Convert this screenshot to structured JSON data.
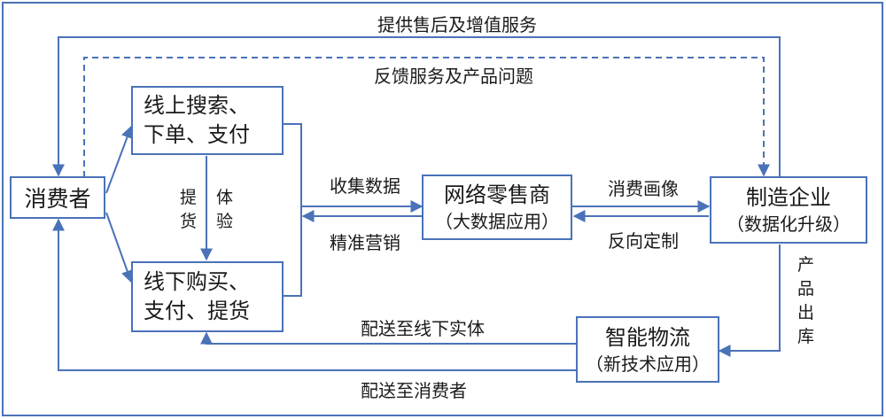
{
  "nodes": {
    "consumer": "消费者",
    "online_line1": "线上搜索、",
    "online_line2": "下单、支付",
    "offline_line1": "线下购买、",
    "offline_line2": "支付、提货",
    "retailer_title": "网络零售商",
    "retailer_sub": "（大数据应用）",
    "manufacturer_title": "制造企业",
    "manufacturer_sub": "（数据化升级）",
    "logistics_title": "智能物流",
    "logistics_sub": "（新技术应用）"
  },
  "edges": {
    "after_sales": "提供售后及增值服务",
    "feedback": "反馈服务及产品问题",
    "collect_data": "收集数据",
    "precision_marketing": "精准营销",
    "consumer_profile": "消费画像",
    "reverse_customization": "反向定制",
    "delivery_offline": "配送至线下实体",
    "delivery_consumer": "配送至消费者",
    "pickup_col1": [
      "提",
      "货"
    ],
    "pickup_col2": [
      "体",
      "验"
    ],
    "product_outbound": [
      "产",
      "品",
      "出",
      "库"
    ]
  },
  "colors": {
    "line": "#4a72b8",
    "frame": "#4a72b8",
    "text": "#1a1a1a"
  }
}
